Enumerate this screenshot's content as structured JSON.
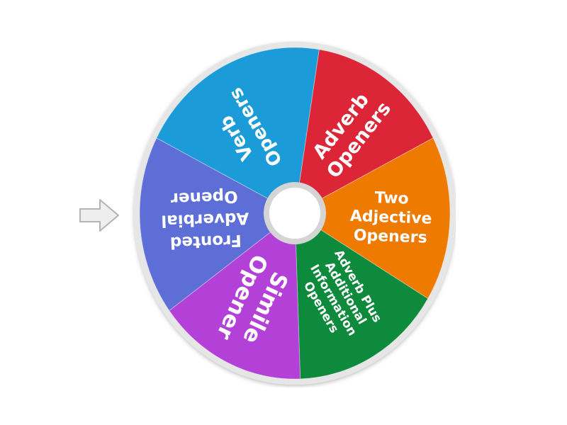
{
  "wheel": {
    "colors": {
      "ring": "#e6e6e6",
      "hub_fill": "#ffffff",
      "hub_ring": "#d5d5d5",
      "pointer_fill": "#eeeeee",
      "pointer_stroke": "#b3b3b3",
      "text": "#ffffff"
    },
    "segments": [
      {
        "label_lines": [
          "Adverb",
          "Openers"
        ],
        "color": "#dc2536"
      },
      {
        "label_lines": [
          "Two",
          "Adjective",
          "Openers"
        ],
        "color": "#ef7a00"
      },
      {
        "label_lines": [
          "Adverb Plus",
          "Additional",
          "Information",
          "Openers"
        ],
        "color": "#0e8a3c"
      },
      {
        "label_lines": [
          "Simile",
          "Opener"
        ],
        "color": "#b341d8"
      },
      {
        "label_lines": [
          "Fronted",
          "Adverbial",
          "Opener"
        ],
        "color": "#5d6fd6"
      },
      {
        "label_lines": [
          "Verb",
          "Openers"
        ],
        "color": "#1b9bd8"
      }
    ]
  }
}
